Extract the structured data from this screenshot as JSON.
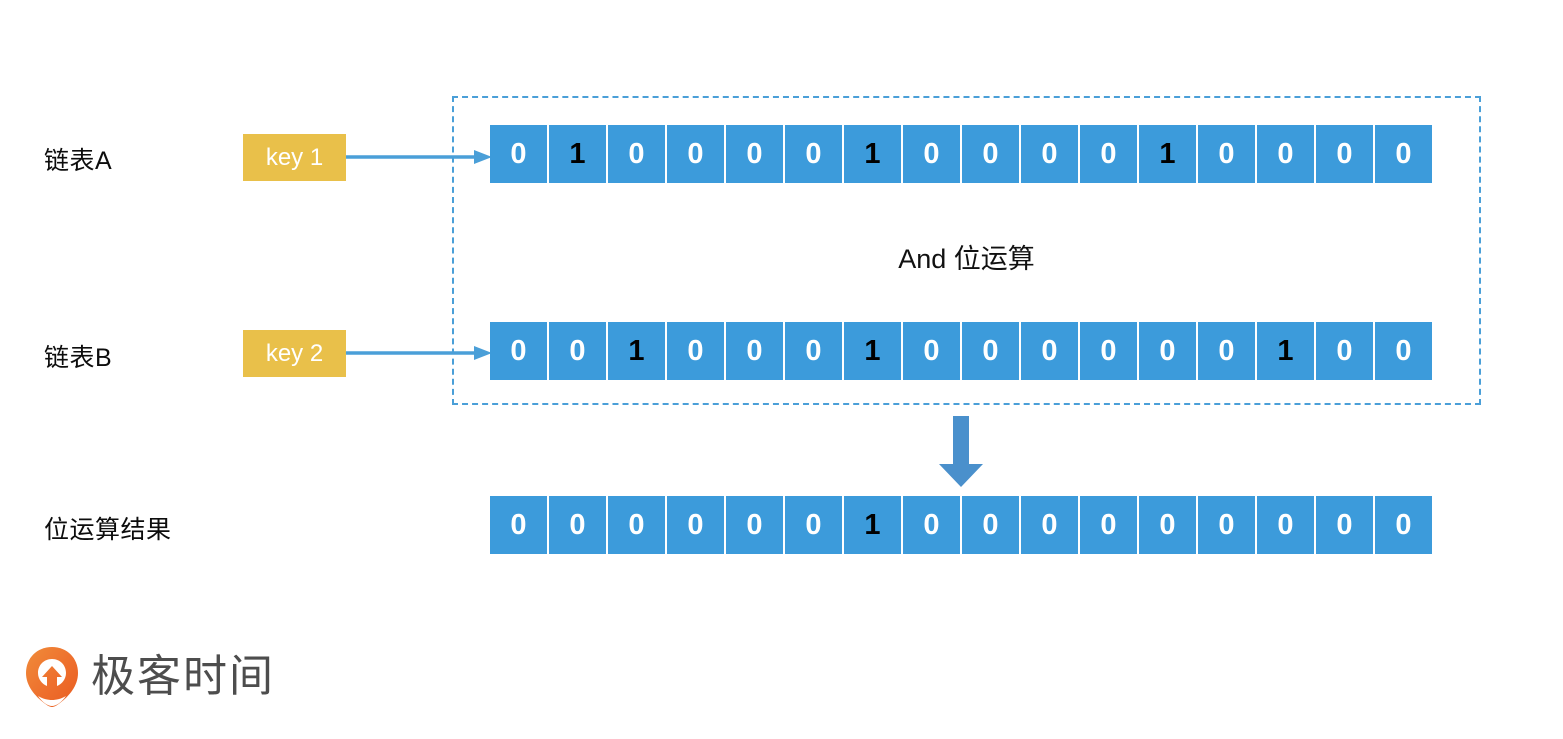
{
  "diagram": {
    "operation_caption": "And 位运算",
    "colors": {
      "bit_cell": "#3c9bdb",
      "key_box": "#e9c04a",
      "arrow": "#4a9fd8",
      "dashed_border": "#4a9fd8",
      "bit_zero_text": "#ffffff",
      "bit_one_text": "#000000",
      "logo_orange": "#ee6f2d",
      "logo_text": "#4d4d4d"
    },
    "rows": [
      {
        "id": "a",
        "label": "链表A",
        "key_label": "key 1",
        "bits": [
          "0",
          "1",
          "0",
          "0",
          "0",
          "0",
          "1",
          "0",
          "0",
          "0",
          "0",
          "1",
          "0",
          "0",
          "0",
          "0"
        ]
      },
      {
        "id": "b",
        "label": "链表B",
        "key_label": "key 2",
        "bits": [
          "0",
          "0",
          "1",
          "0",
          "0",
          "0",
          "1",
          "0",
          "0",
          "0",
          "0",
          "0",
          "0",
          "1",
          "0",
          "0"
        ]
      },
      {
        "id": "result",
        "label": "位运算结果",
        "key_label": null,
        "bits": [
          "0",
          "0",
          "0",
          "0",
          "0",
          "0",
          "1",
          "0",
          "0",
          "0",
          "0",
          "0",
          "0",
          "0",
          "0",
          "0"
        ]
      }
    ]
  },
  "brand": {
    "name": "极客时间",
    "mark_icon": "geektime-pin-icon"
  }
}
